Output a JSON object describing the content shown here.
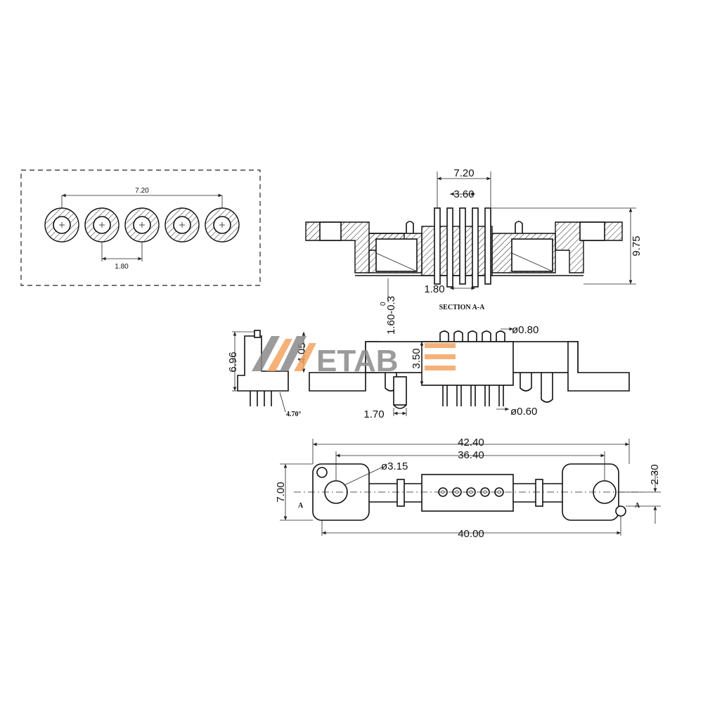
{
  "logo": {
    "text": "ETAB",
    "text_color": "#8a8a8a",
    "accent_color": "#f4a460",
    "mark_icon": "metabee-logo-icon"
  },
  "pin_view": {
    "pitch_total": "7.20",
    "pitch": "1.80"
  },
  "section_view": {
    "width_top": "7.20",
    "width_mid": "3.60",
    "height_right": "9.75",
    "pin_pitch": "1.80",
    "tolerance_top": "0",
    "tolerance_dim": "1.60-0.3",
    "caption": "SECTION A-A"
  },
  "side_view": {
    "height_left": "6.96",
    "angle": "4.70°",
    "height_body": "4.05",
    "height_pin": "3.50",
    "pin_dia_top": "ø0.80",
    "offset": "1.70",
    "pin_dia_bottom": "ø0.60"
  },
  "top_view": {
    "total_length": "42.40",
    "hole_pitch": "36.40",
    "hole_dia": "ø3.15",
    "height": "7.00",
    "offset_right": "2.30",
    "bottom_length": "40.00",
    "section_mark_left": "A",
    "section_mark_right": "A"
  }
}
